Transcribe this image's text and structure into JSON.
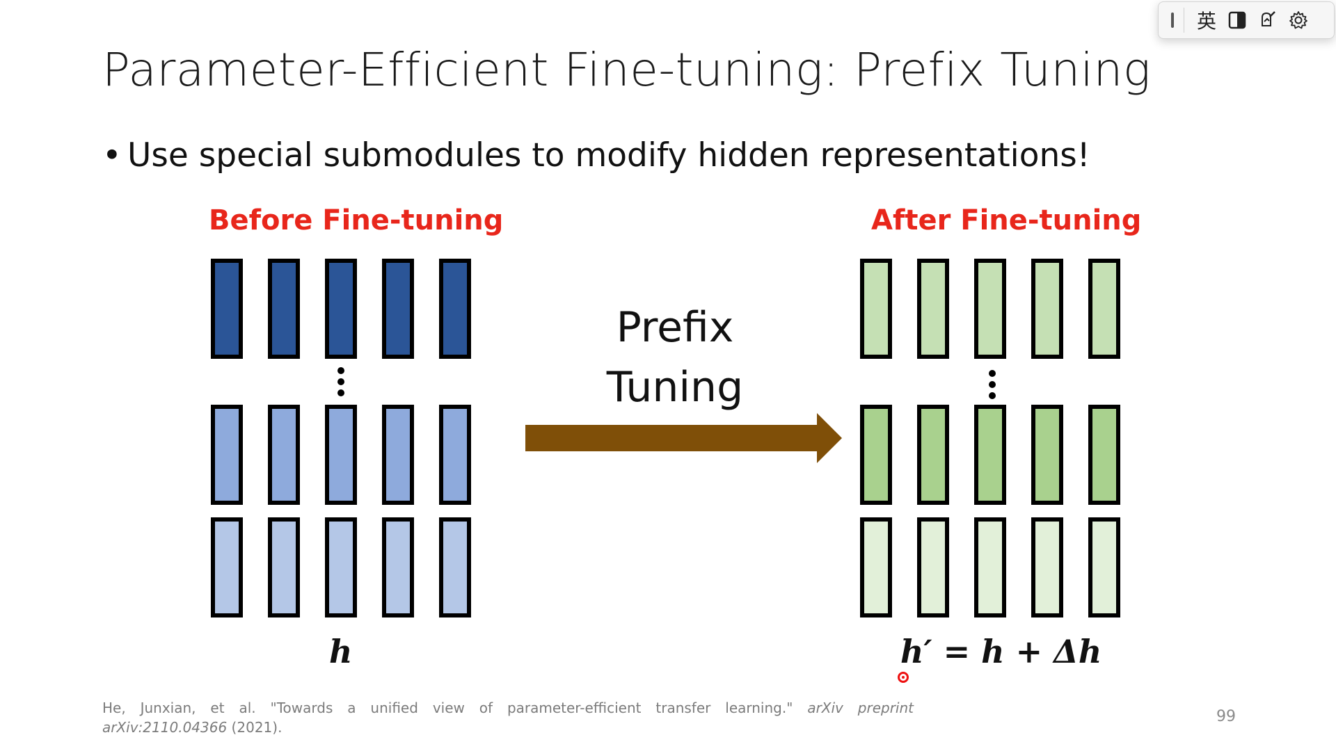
{
  "slide": {
    "title": "Parameter-Efficient Fine-tuning: Prefix Tuning",
    "bullet_marker": "•",
    "bullet": "Use special submodules to modify hidden representations!",
    "before_label": "Before Fine-tuning",
    "after_label": "After Fine-tuning",
    "center_line1": "Prefix",
    "center_line2": "Tuning",
    "math_before": "h",
    "math_after": "h′ = h + Δh",
    "citation_line1_plain": "He, Junxian, et al. \"Towards a unified view of parameter-efficient transfer learning.\" ",
    "citation_line1_italic": "arXiv preprint",
    "citation_line2_italic": "arXiv:2110.04366",
    "citation_line2_plain": " (2021).",
    "page_number": "99"
  },
  "colors": {
    "title_text": "#1a1a1a",
    "label_red": "#e8261b",
    "before_top": "#2b5597",
    "before_mid": "#8eaadc",
    "before_bottom": "#b4c7e7",
    "after_top": "#c5e0b4",
    "after_mid": "#a9d18e",
    "after_bottom": "#e2f0d9",
    "arrow": "#7f4f08",
    "outline": "#000000"
  },
  "ime_toolbar": {
    "lang_label": "英",
    "icons": [
      "half-width-icon",
      "handwriting-pen-icon",
      "gear-icon"
    ]
  }
}
